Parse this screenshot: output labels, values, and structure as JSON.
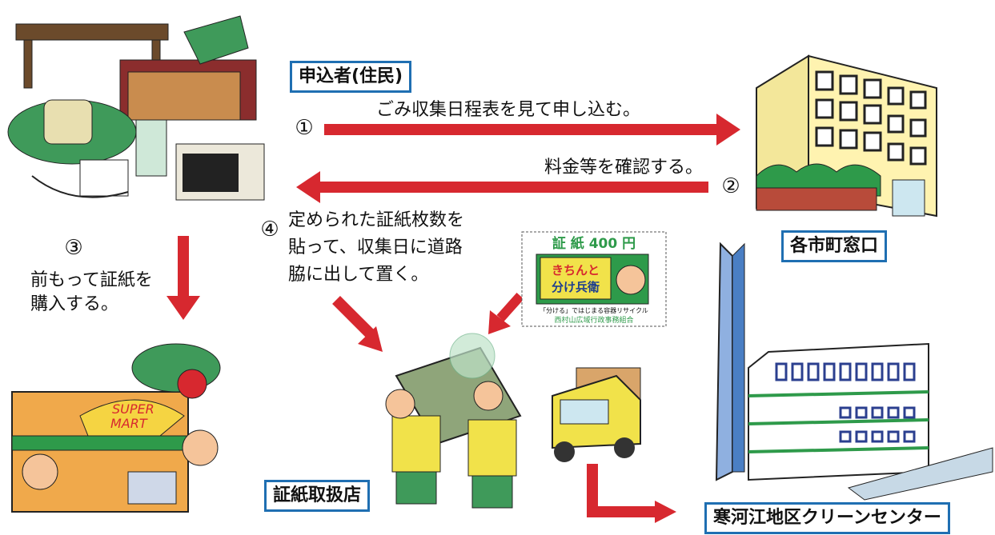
{
  "applicant_label": "申込者(住民)",
  "window_label": "各市町窓口",
  "store_label": "証紙取扱店",
  "center_label": "寒河江地区クリーンセンター",
  "step1_num": "①",
  "step1_text": "ごみ収集日程表を見て申し込む。",
  "step2_num": "②",
  "step2_text": "料金等を確認する。",
  "step3_num": "③",
  "step3_lines": [
    "前もって証紙を",
    "購入する。"
  ],
  "step4_num": "④",
  "step4_lines": [
    "定められた証紙枚数を",
    "貼って、収集日に道路",
    "脇に出して置く。"
  ],
  "sticker": {
    "title": "証 紙 400 円",
    "mascot_lines": [
      "きちんと",
      "分け兵衛"
    ],
    "caption": "「分ける」ではじまる容器リサイクル",
    "org": "西村山広域行政事務組合"
  },
  "supermarket_sign": [
    "SUPER",
    "MART"
  ],
  "colors": {
    "arrow": "#d7282f",
    "box_border": "#1f6fb2"
  }
}
